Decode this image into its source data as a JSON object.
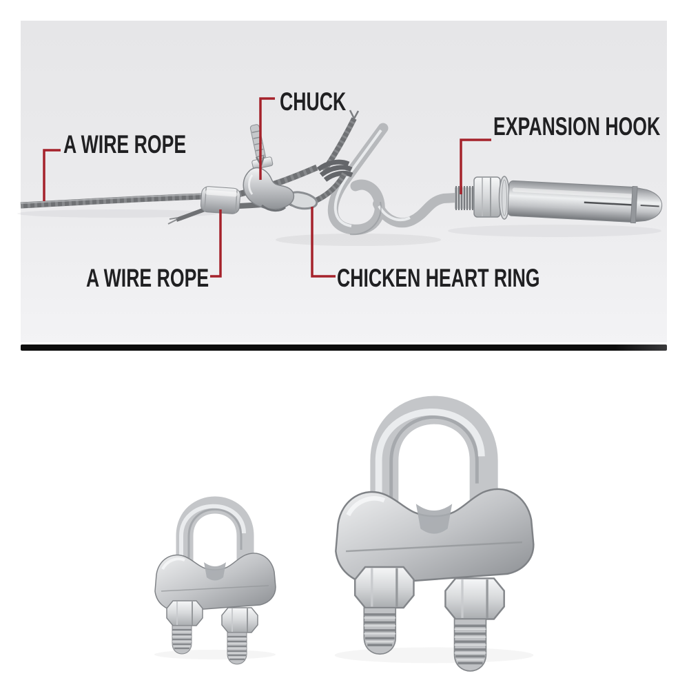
{
  "theme": {
    "page_bg": "#ffffff",
    "panel_bg_top": "#e6e6e8",
    "panel_bg_mid": "#ebebed",
    "panel_bg_bottom": "#f3f3f5",
    "divider_color": "#0d0d0d",
    "accent_red": "#a5222b",
    "label_color": "#202022",
    "rope_color": "#6f7174"
  },
  "diagram": {
    "labels": {
      "wire_rope_top": "A WIRE ROPE",
      "chuck": "CHUCK",
      "expansion_hook": "EXPANSION HOOK",
      "wire_rope_bottom": "A WIRE ROPE",
      "chicken_heart_ring": "CHICKEN HEART RING"
    }
  },
  "photo": {
    "items": [
      "small wire rope clip",
      "large wire rope clip"
    ]
  }
}
